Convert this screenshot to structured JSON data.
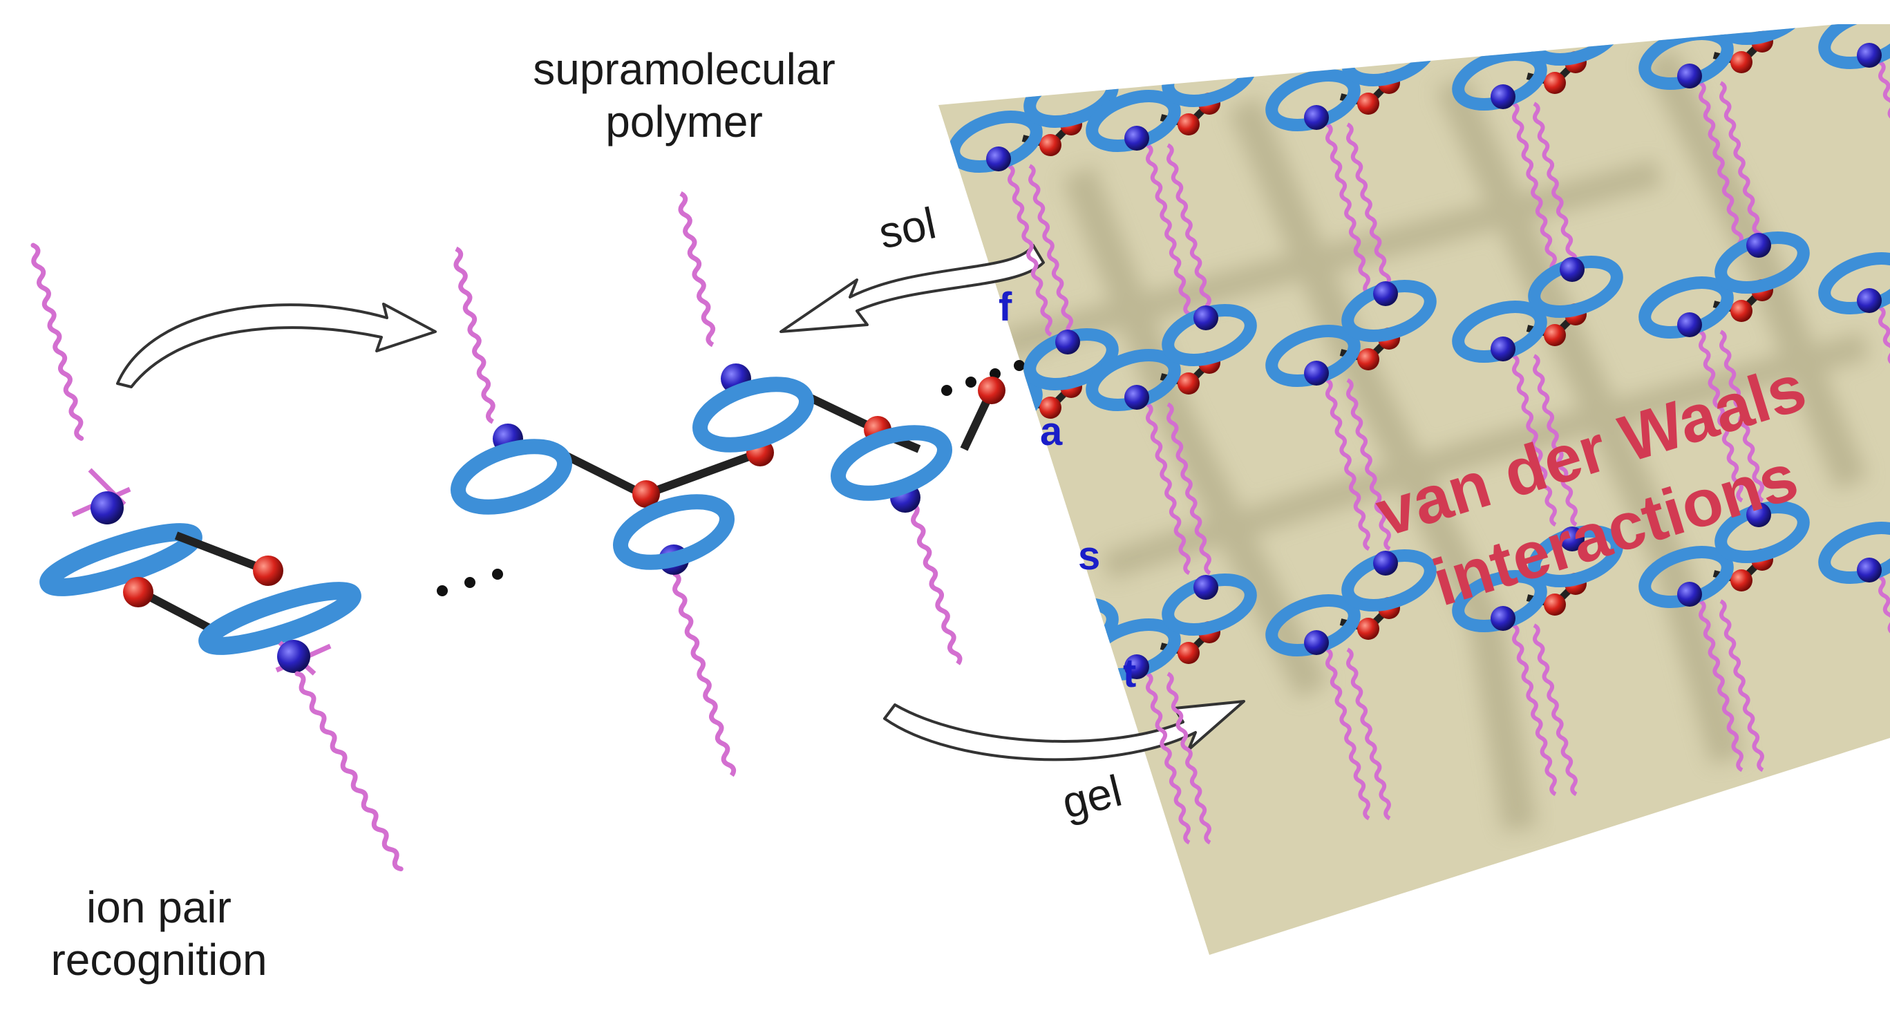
{
  "labels": {
    "supramolecular": "supramolecular",
    "polymer": "polymer",
    "sol": "sol",
    "gel": "gel",
    "ion_pair": "ion pair",
    "recognition": "recognition",
    "vdw_line1": "van der Waals",
    "vdw_line2": "interactions"
  },
  "fast_letters": [
    "f",
    "a",
    "s",
    "t"
  ],
  "colors": {
    "ring": "#3d8fd8",
    "ring_dark": "#1f5f9e",
    "cation": "#2a22c0",
    "anion": "#d8231b",
    "chain": "#d36fd0",
    "linker": "#222222",
    "gel_plate": "#d8d2b0",
    "gel_shadow": "#a8a27e",
    "vdw_text": "#d23a52",
    "fast_text": "#1a1ec8",
    "arrow_fill": "#ffffff",
    "arrow_stroke": "#333333"
  }
}
